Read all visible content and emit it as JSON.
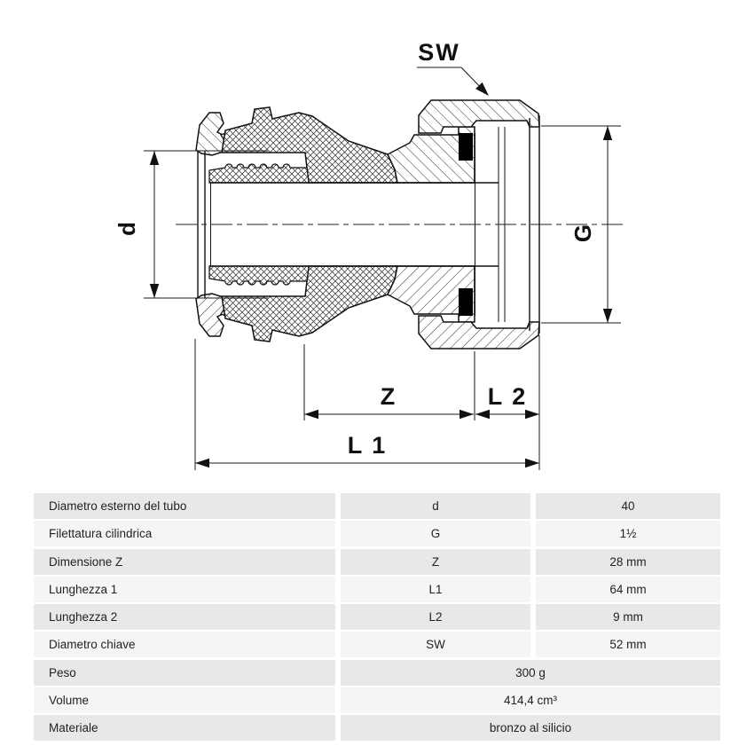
{
  "drawing": {
    "title_hint": "sezione raccordo a compressione con dado girevole",
    "labels": {
      "sw": "SW",
      "d": "d",
      "g": "G",
      "z": "Z",
      "l1": "L 1",
      "l2": "L 2"
    }
  },
  "table": {
    "rows": [
      {
        "name": "Diametro esterno del tubo",
        "symbol": "d",
        "value": "40"
      },
      {
        "name": "Filettatura cilindrica",
        "symbol": "G",
        "value": "1½"
      },
      {
        "name": "Dimensione Z",
        "symbol": "Z",
        "value": "28 mm"
      },
      {
        "name": "Lunghezza 1",
        "symbol": "L1",
        "value": "64 mm"
      },
      {
        "name": "Lunghezza 2",
        "symbol": "L2",
        "value": "9 mm"
      },
      {
        "name": "Diametro chiave",
        "symbol": "SW",
        "value": "52 mm"
      },
      {
        "name": "Peso",
        "value": "300 g"
      },
      {
        "name": "Volume",
        "value": "414,4 cm³"
      },
      {
        "name": "Materiale",
        "value": "bronzo al silicio"
      }
    ]
  },
  "colors": {
    "row_odd": "#e8e8e8",
    "row_even": "#f5f5f5",
    "line": "#111111",
    "seal": "#000000"
  }
}
